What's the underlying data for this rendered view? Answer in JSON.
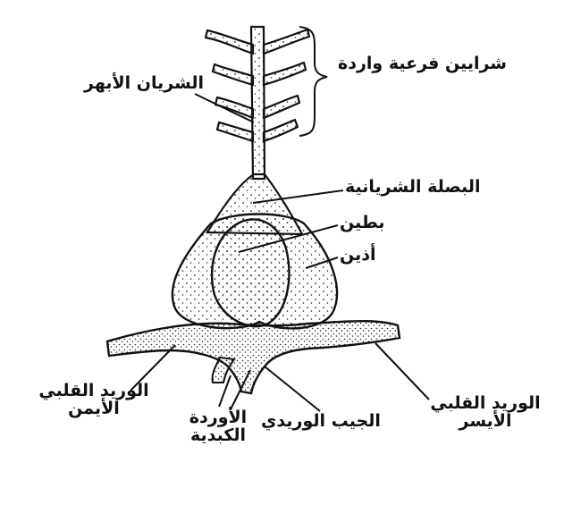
{
  "labels": {
    "aorta": "الشريان الأبهر",
    "afferent_arteries": "شرايين فرعية واردة",
    "bulbus_arteriosus": "البصلة الشريانية",
    "ventricle": "بطين",
    "atrium": "أذين",
    "right_cardinal_vein_line1": "الوريد القلبي",
    "right_cardinal_vein_line2": "الأيمن",
    "left_cardinal_vein_line1": "الوريد القلبي",
    "left_cardinal_vein_line2": "الأيسر",
    "hepatic_veins_line1": "الأوردة",
    "hepatic_veins_line2": "الكبدية",
    "sinus_venosus": "الجيب الوريدي"
  },
  "colors": {
    "ink": "#111111",
    "background": "#ffffff"
  }
}
